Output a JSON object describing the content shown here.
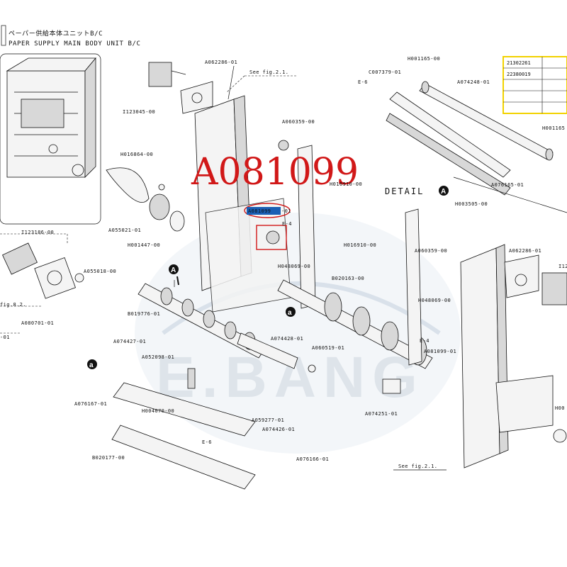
{
  "header": {
    "japanese_title": "ペーパー供給本体ユニットB/C",
    "english_title": "PAPER SUPPLY MAIN BODY UNIT B/C"
  },
  "highlight": {
    "big_part_number": "A081099",
    "selected_label_text": "A081099",
    "selected_label_suffix": "-01",
    "circle_color": "#d11818",
    "selection_color": "#1a5fb4"
  },
  "watermark": {
    "text": "E.BANG"
  },
  "detail_label": {
    "text": "DETAIL",
    "marker": "A"
  },
  "markers": {
    "a": "a",
    "A": "A"
  },
  "code_table": {
    "border_color": "#f2d200",
    "rows": [
      "21302261",
      "22380019",
      "",
      "",
      ""
    ]
  },
  "labels": {
    "A062286_top": "A062286-01",
    "see_fig_top": "See fig.2.1.",
    "I123045": "I123045-00",
    "A060359_top": "A060359-00",
    "H016864": "H016864-00",
    "H016910_top": "H016910-00",
    "A055021": "A055021-01",
    "E4_top": "E-4",
    "H001447": "H001447-00",
    "I123186": "I123186-00",
    "H048069_top": "H048069-00",
    "A055018": "A055018-00",
    "fig82": "fig.8.2.",
    "A080701": "A080701-01",
    "left01": "-01",
    "B019776": "B019776-01",
    "A074427": "A074427-01",
    "A052098": "A052098-01",
    "A074428": "A074428-01",
    "A060519": "A060519-01",
    "A076167": "A076167-01",
    "H004070": "H004070-00",
    "A059277": "A059277-01",
    "A074426": "A074426-01",
    "E6_bottom": "E-6",
    "B020177": "B020177-00",
    "A076166": "A076166-01",
    "B020163": "B020163-00",
    "A074251": "A074251-01",
    "H001165_top": "H001165-00",
    "C007379": "C007379-01",
    "E6_right": "E-6",
    "A074248": "A074248-01",
    "H001165_right": "H001165",
    "A076165": "A076165-01",
    "H003505": "H003505-00",
    "H016910_right": "H016910-00",
    "A060359_right": "A060359-00",
    "A062286_right": "A062286-01",
    "I12_right": "I12",
    "H048069_right": "H048069-00",
    "E4_right": "E-4",
    "A081099_right": "A081099-01",
    "H00_right": "H00",
    "see_fig_bottom": "See fig.2.1."
  }
}
